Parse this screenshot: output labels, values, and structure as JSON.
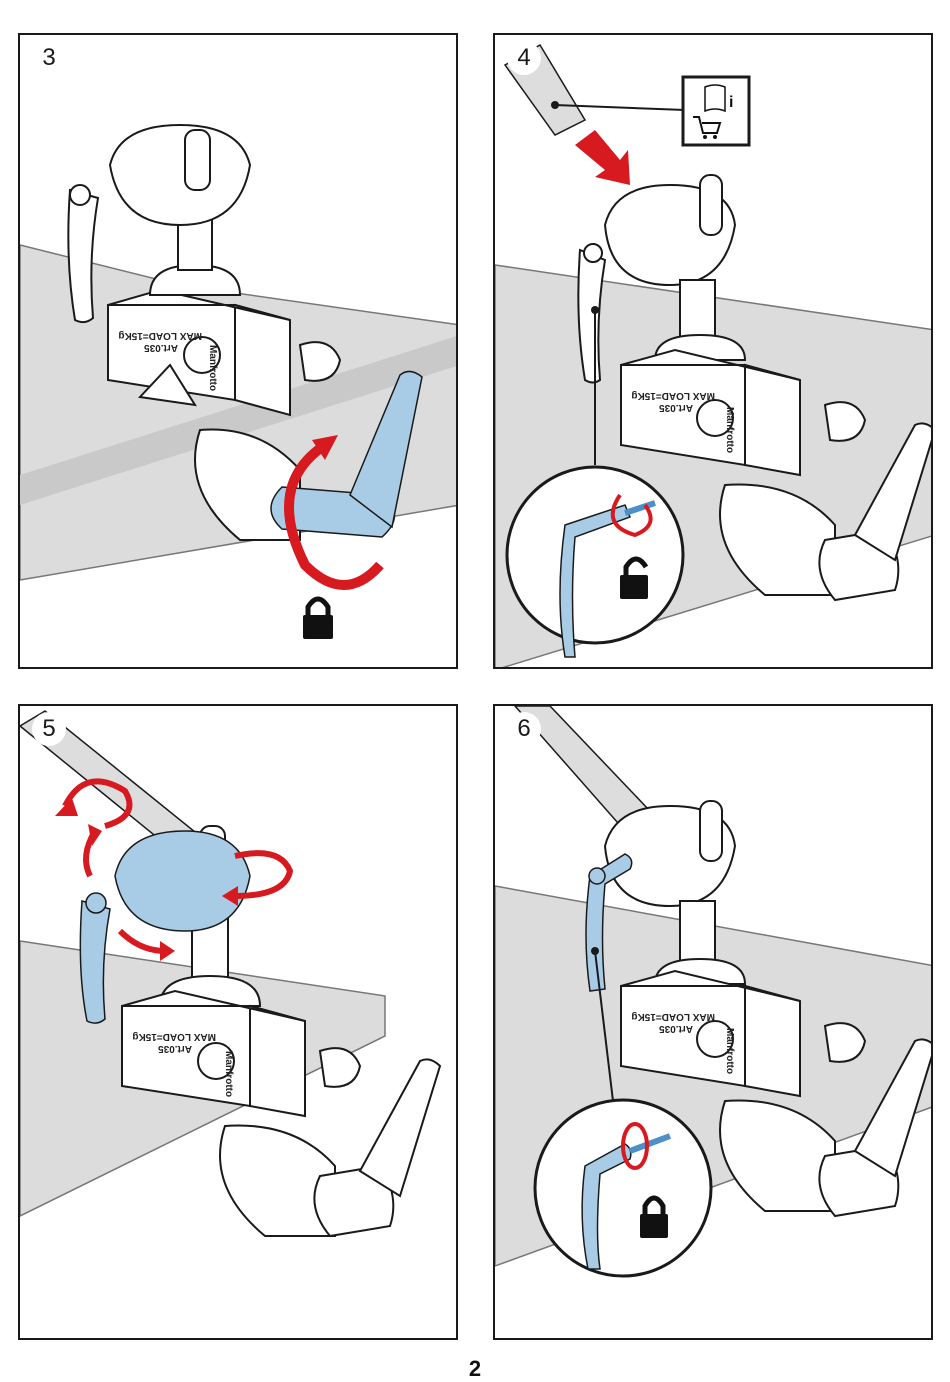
{
  "panels": [
    {
      "step": "3",
      "marking_load": "MAX LOAD=15Kg",
      "marking_art": "Art.035",
      "brand": "Manfrotto",
      "lock_state": "locked"
    },
    {
      "step": "4",
      "marking_load": "MAX LOAD=15Kg",
      "marking_art": "Art.035",
      "brand": "Manfrotto",
      "lock_state": "unlocked",
      "info_icons": [
        "manual-info-icon",
        "accessory-cart-icon"
      ]
    },
    {
      "step": "5",
      "marking_load": "MAX LOAD=15Kg",
      "marking_art": "Art.035",
      "brand": "Manfrotto"
    },
    {
      "step": "6",
      "marking_load": "MAX LOAD=15Kg",
      "marking_art": "Art.035",
      "brand": "Manfrotto",
      "lock_state": "locked"
    }
  ],
  "page_number": "2",
  "colors": {
    "highlight_blue": "#a9cce6",
    "arrow_red": "#d71920",
    "line": "#1a1a1a",
    "table_gray": "#dcdcdc"
  }
}
